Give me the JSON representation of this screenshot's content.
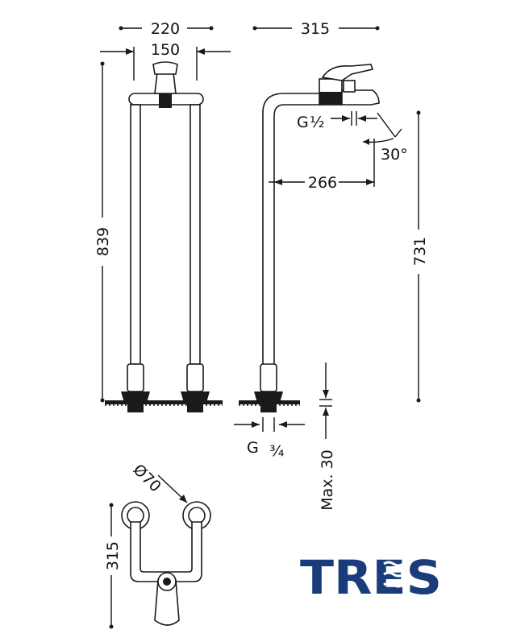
{
  "dimensions": {
    "front_width_outer": "220",
    "front_width_inner": "150",
    "side_depth": "315",
    "total_height": "839",
    "spout_height": "731",
    "thread_spout": "G",
    "thread_spout_fraction": "½",
    "spout_reach": "266",
    "spout_angle": "30°",
    "thread_base": "G ",
    "thread_base_fraction": "¾",
    "max_floor": "Max. 30",
    "base_diameter": "Ø70",
    "plan_depth": "315"
  },
  "brand": {
    "name": "TRES",
    "color": "#1a3c7a"
  }
}
